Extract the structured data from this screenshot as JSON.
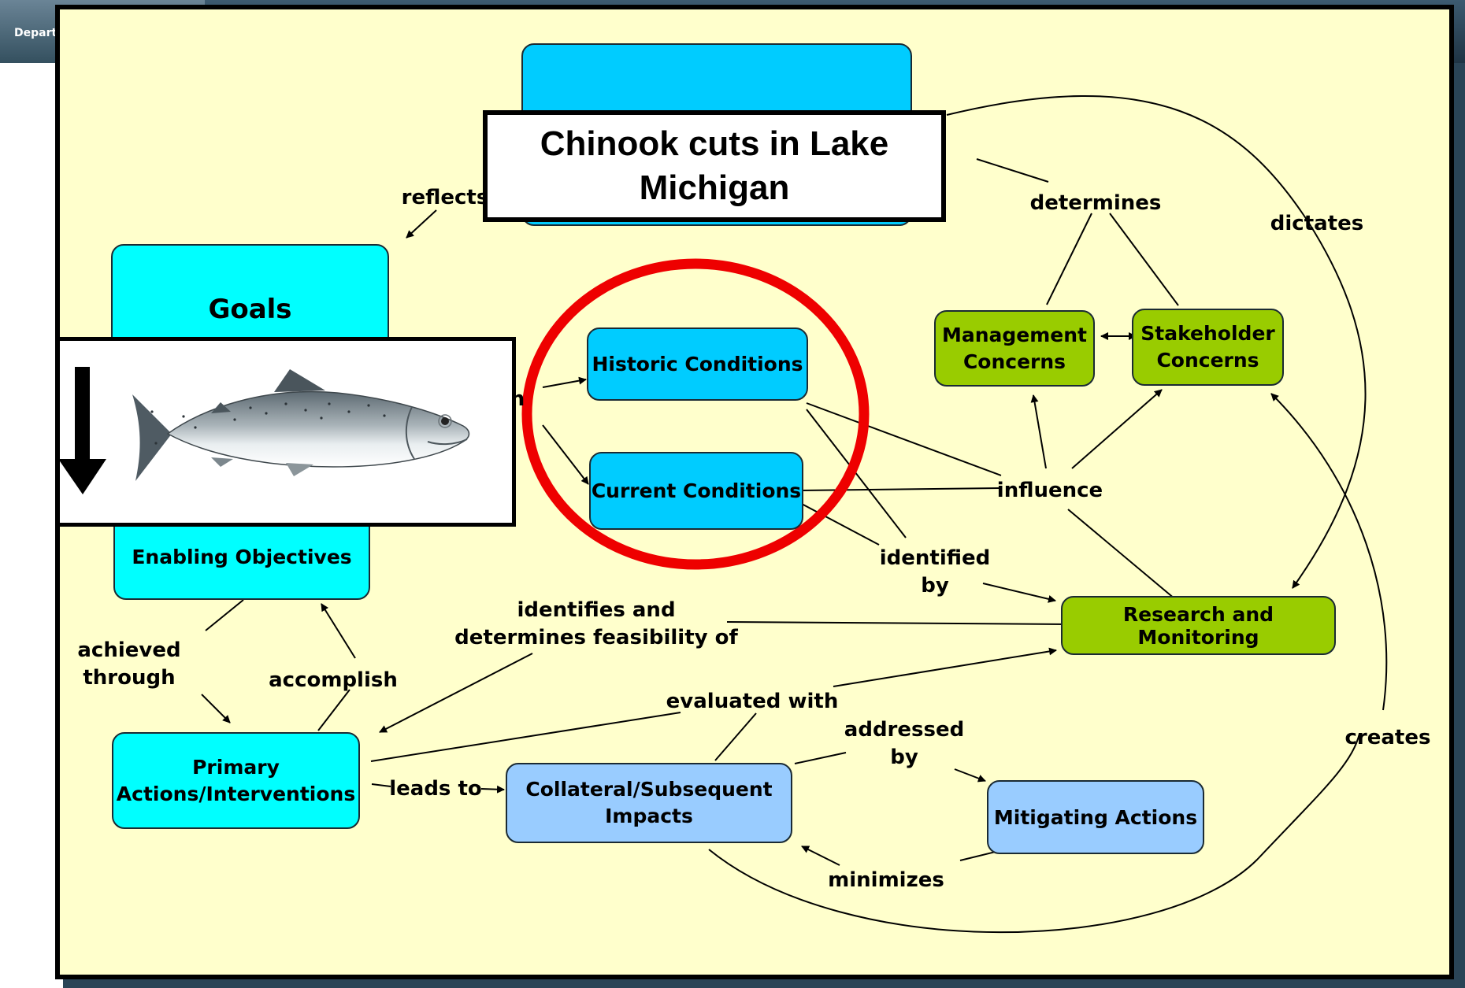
{
  "background": {
    "header_partial_text": "Depart",
    "colors": {
      "slide": "#ffffcc",
      "cyan_node": "#00ffff",
      "sky_node": "#00ccff",
      "light_blue_node": "#99ccff",
      "green_node": "#99cc00",
      "highlight_circle": "#ee0000"
    }
  },
  "title_box": {
    "text": "Chinook cuts in Lake Michigan"
  },
  "nodes": {
    "goals": "Goals",
    "enabling_objectives": "Enabling Objectives",
    "historic_conditions": "Historic Conditions",
    "current_conditions": "Current Conditions",
    "management_concerns": "Management\nConcerns",
    "stakeholder_concerns": "Stakeholder\nConcerns",
    "research_monitoring": "Research and Monitoring",
    "primary_actions": "Primary\nActions/Interventions",
    "collateral_impacts": "Collateral/Subsequent\nImpacts",
    "mitigating_actions": "Mitigating Actions"
  },
  "links": {
    "reflects": "reflects",
    "determines": "determines",
    "dictates": "dictates",
    "influence": "influence",
    "identified_by": "identified\nby",
    "identifies_feasibility": "identifies and\ndetermines feasibility of",
    "achieved_through": "achieved\nthrough",
    "accomplish": "accomplish",
    "evaluated_with": "evaluated with",
    "addressed_by": "addressed\nby",
    "leads_to": "leads to",
    "minimizes": "minimizes",
    "creates": "creates",
    "partial_n": "n"
  },
  "fish_overlay": {
    "arrow": "down-arrow-icon",
    "image": "chinook-salmon-illustration"
  }
}
